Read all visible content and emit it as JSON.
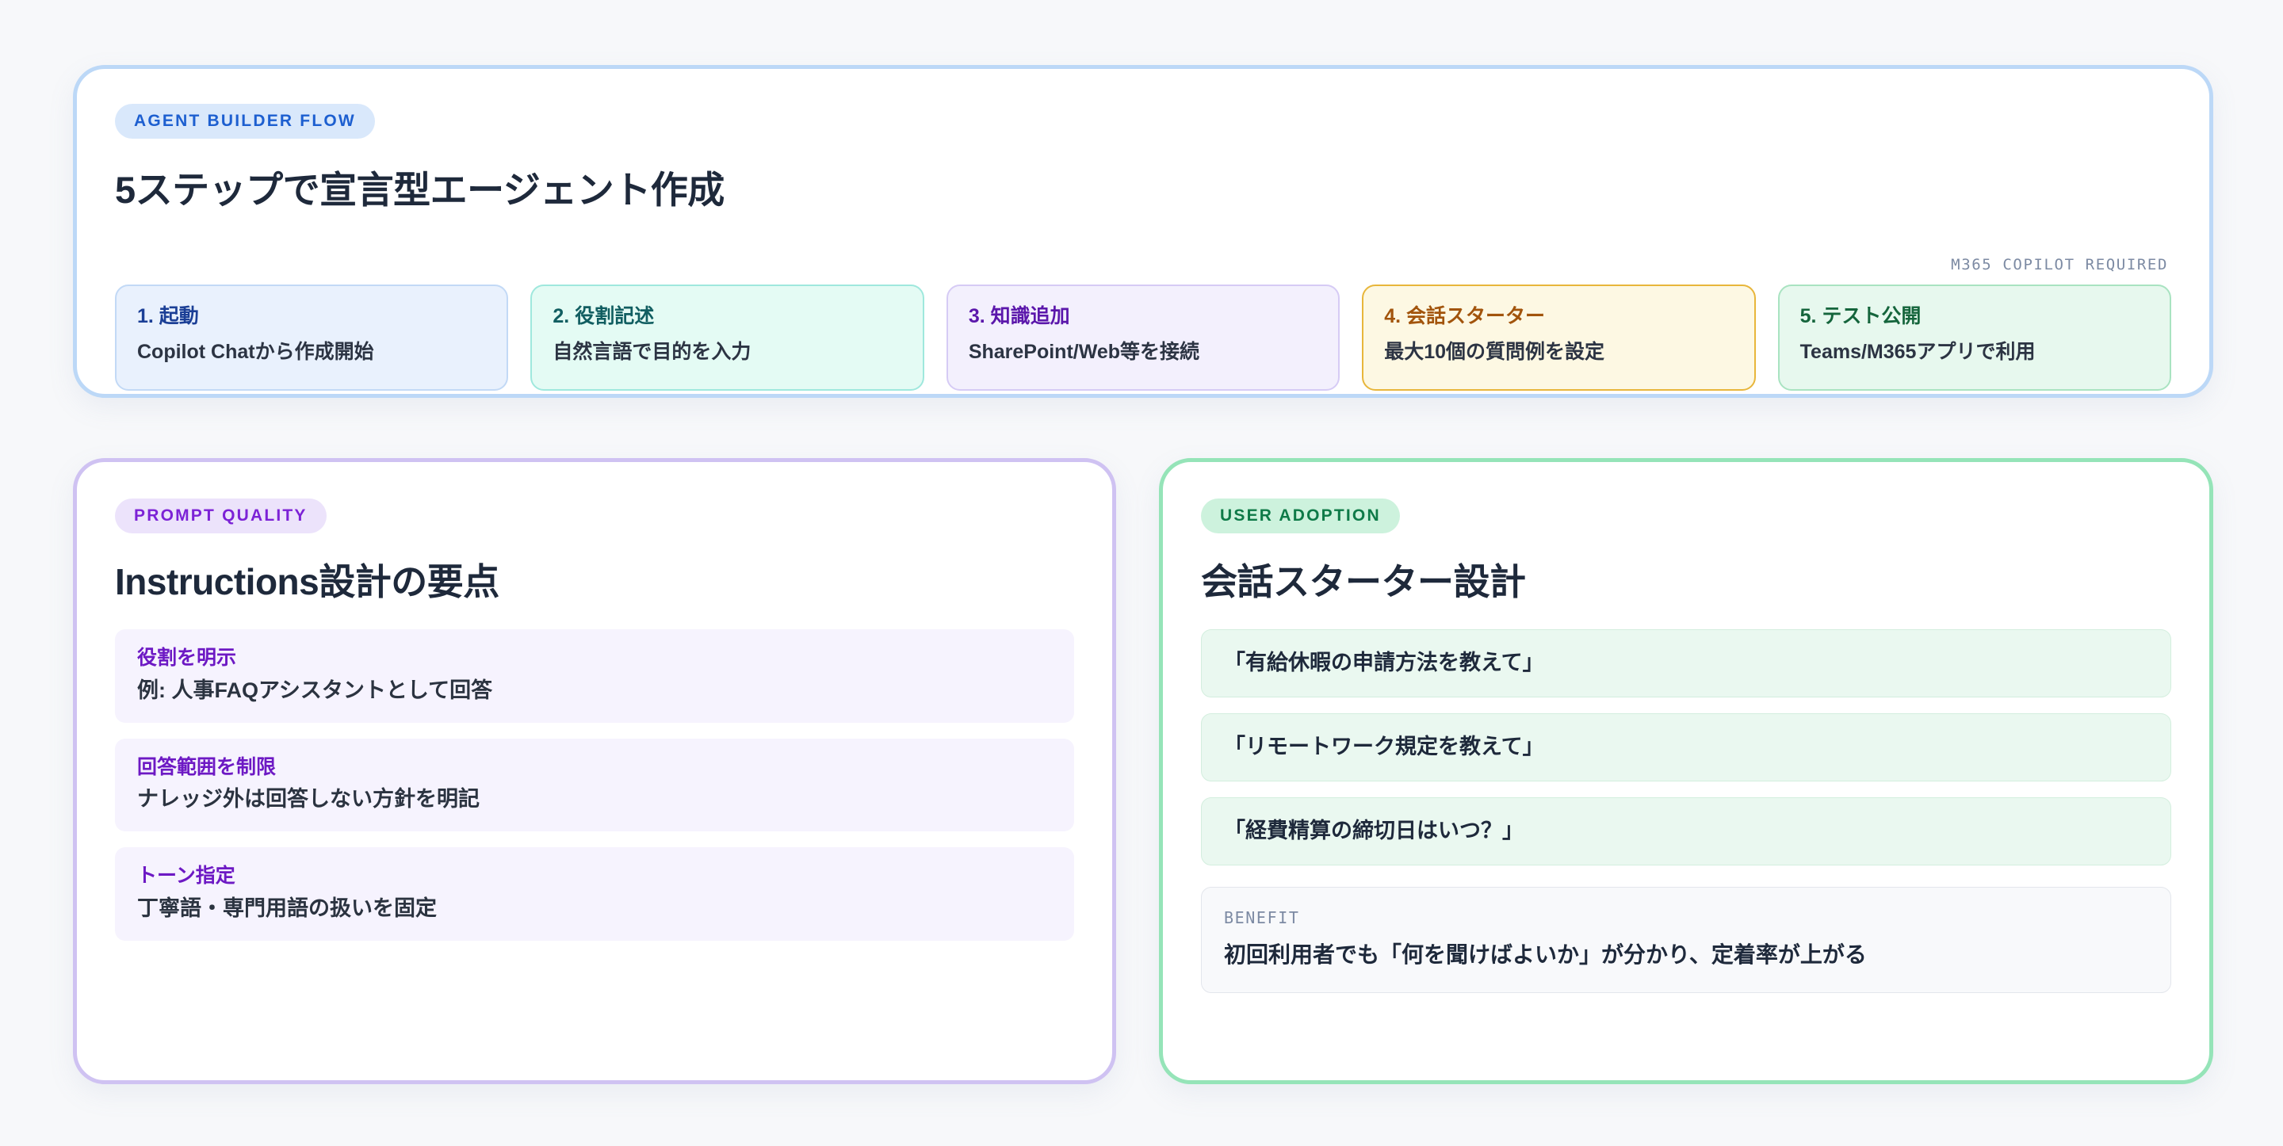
{
  "flow": {
    "badge": "AGENT BUILDER FLOW",
    "title": "5ステップで宣言型エージェント作成",
    "requirement_note": "M365 COPILOT REQUIRED",
    "steps": [
      {
        "title": "1. 起動",
        "desc": "Copilot Chatから作成開始",
        "accent": "#1b3f96"
      },
      {
        "title": "2. 役割記述",
        "desc": "自然言語で目的を入力",
        "accent": "#115e61"
      },
      {
        "title": "3. 知識追加",
        "desc": "SharePoint/Web等を接続",
        "accent": "#5b17ab"
      },
      {
        "title": "4. 会話スターター",
        "desc": "最大10個の質問例を設定",
        "accent": "#a2540c"
      },
      {
        "title": "5. テスト公開",
        "desc": "Teams/M365アプリで利用",
        "accent": "#15653c"
      }
    ]
  },
  "prompt_quality": {
    "badge": "PROMPT QUALITY",
    "title": "Instructions設計の要点",
    "tips": [
      {
        "head": "役割を明示",
        "body": "例: 人事FAQアシスタントとして回答"
      },
      {
        "head": "回答範囲を制限",
        "body": "ナレッジ外は回答しない方針を明記"
      },
      {
        "head": "トーン指定",
        "body": "丁寧語・専門用語の扱いを固定"
      }
    ]
  },
  "user_adoption": {
    "badge": "USER ADOPTION",
    "title": "会話スターター設計",
    "starters": [
      "「有給休暇の申請方法を教えて」",
      "「リモートワーク規定を教えて」",
      "「経費精算の締切日はいつ？」"
    ],
    "benefit": {
      "label": "BENEFIT",
      "text": "初回利用者でも「何を聞けばよいか」が分かり、定着率が上がる"
    }
  },
  "colors": {
    "page_bg": "#f7f8fa",
    "flow_border": "#bcd8f7",
    "prompt_border": "#cfc2f2",
    "adoption_border": "#95e4b8",
    "highlight_step_border": "#e8b63b"
  }
}
